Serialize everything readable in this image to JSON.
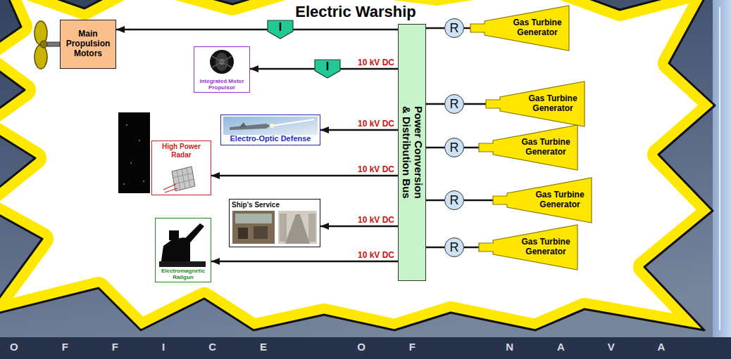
{
  "diagram": {
    "title": "Electric Warship",
    "nodes": [
      {
        "text": [
          "Main Propulsion Motors"
        ]
      },
      {
        "text": [
          "I"
        ]
      },
      {
        "text": [
          "Integrated Motor Propulsor"
        ]
      },
      {
        "text": [
          "I"
        ]
      },
      {
        "text": [
          "Electro-Optic Defense"
        ]
      },
      {
        "text": [
          "High Power Radar"
        ]
      },
      {
        "text": [
          "Ship's Service"
        ]
      },
      {
        "text": [
          "Electromagnetic Railgun"
        ]
      },
      {
        "text": [
          "Power Conversion & Distribution Bus"
        ]
      },
      {
        "text": [
          "R"
        ]
      },
      {
        "text": [
          "Gas Turbine Generator"
        ]
      },
      {
        "text": [
          "R"
        ]
      },
      {
        "text": [
          "Gas Turbine Generator"
        ]
      },
      {
        "text": [
          "R"
        ]
      },
      {
        "text": [
          "Gas Turbine Generator"
        ]
      },
      {
        "text": [
          "R"
        ]
      },
      {
        "text": [
          "Gas Turbine Generator"
        ]
      },
      {
        "text": [
          "R"
        ]
      },
      {
        "text": [
          "Gas Turbine Generator"
        ]
      }
    ],
    "edges": [
      {
        "from": 8,
        "to": 1,
        "arrow": "none"
      },
      {
        "from": 1,
        "to": 0,
        "arrow": "to"
      },
      {
        "from": 8,
        "to": 3,
        "label": "10 kV DC",
        "arrow": "none"
      },
      {
        "from": 3,
        "to": 2,
        "arrow": "to"
      },
      {
        "from": 8,
        "to": 4,
        "label": "10 kV DC",
        "arrow": "to"
      },
      {
        "from": 8,
        "to": 5,
        "label": "10 kV DC",
        "arrow": "to"
      },
      {
        "from": 8,
        "to": 6,
        "label": "10 kV DC",
        "arrow": "to"
      },
      {
        "from": 8,
        "to": 7,
        "label": "10 kV DC",
        "arrow": "to"
      },
      {
        "from": 10,
        "to": 9,
        "arrow": "none"
      },
      {
        "from": 9,
        "to": 8,
        "arrow": "none"
      },
      {
        "from": 12,
        "to": 11,
        "arrow": "none"
      },
      {
        "from": 11,
        "to": 8,
        "arrow": "none"
      },
      {
        "from": 14,
        "to": 13,
        "arrow": "none"
      },
      {
        "from": 13,
        "to": 8,
        "arrow": "none"
      },
      {
        "from": 16,
        "to": 15,
        "arrow": "none"
      },
      {
        "from": 15,
        "to": 8,
        "arrow": "none"
      },
      {
        "from": 18,
        "to": 17,
        "arrow": "none"
      },
      {
        "from": 17,
        "to": 8,
        "arrow": "none"
      }
    ],
    "labels": [
      "OFFICE OF NAVA"
    ]
  }
}
